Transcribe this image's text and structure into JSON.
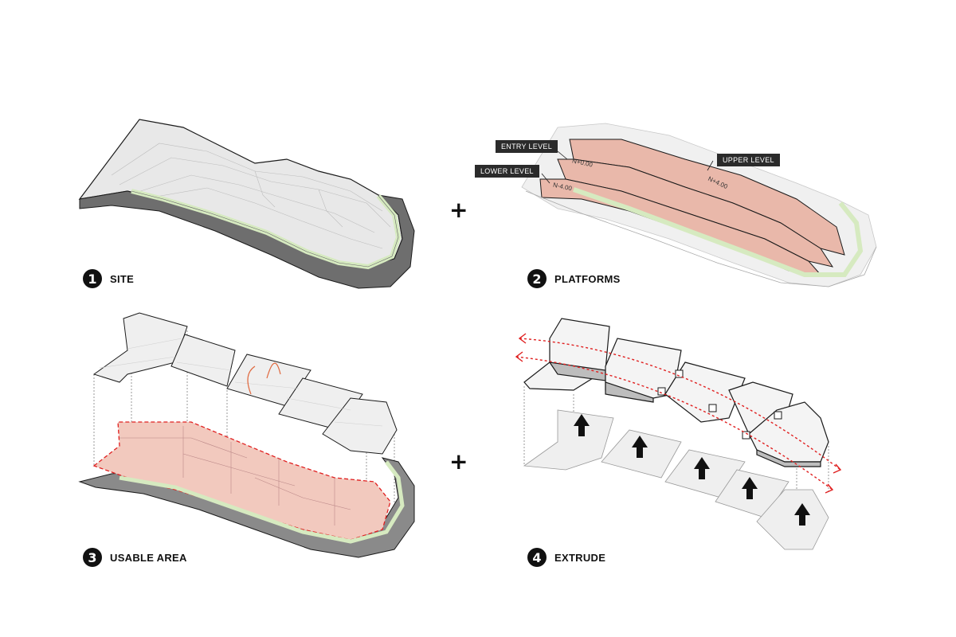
{
  "steps": [
    {
      "number": "1",
      "label": "SITE"
    },
    {
      "number": "2",
      "label": "PLATFORMS"
    },
    {
      "number": "3",
      "label": "USABLE AREA"
    },
    {
      "number": "4",
      "label": "EXTRUDE"
    }
  ],
  "operators": {
    "plus": "+"
  },
  "platforms": {
    "entry_tag": "ENTRY LEVEL",
    "lower_tag": "LOWER LEVEL",
    "upper_tag": "UPPER LEVEL",
    "entry_value": "N+0.00",
    "lower_value": "N-4.00",
    "upper_value": "N+4.00"
  },
  "colors": {
    "platform_fill": "#e9b8aa",
    "usable_fill": "#f2c9be",
    "path_green": "#d6eac0",
    "outline": "#1a1a1a",
    "terrain": "#e4e4e4",
    "dashed_red": "#e02020"
  }
}
